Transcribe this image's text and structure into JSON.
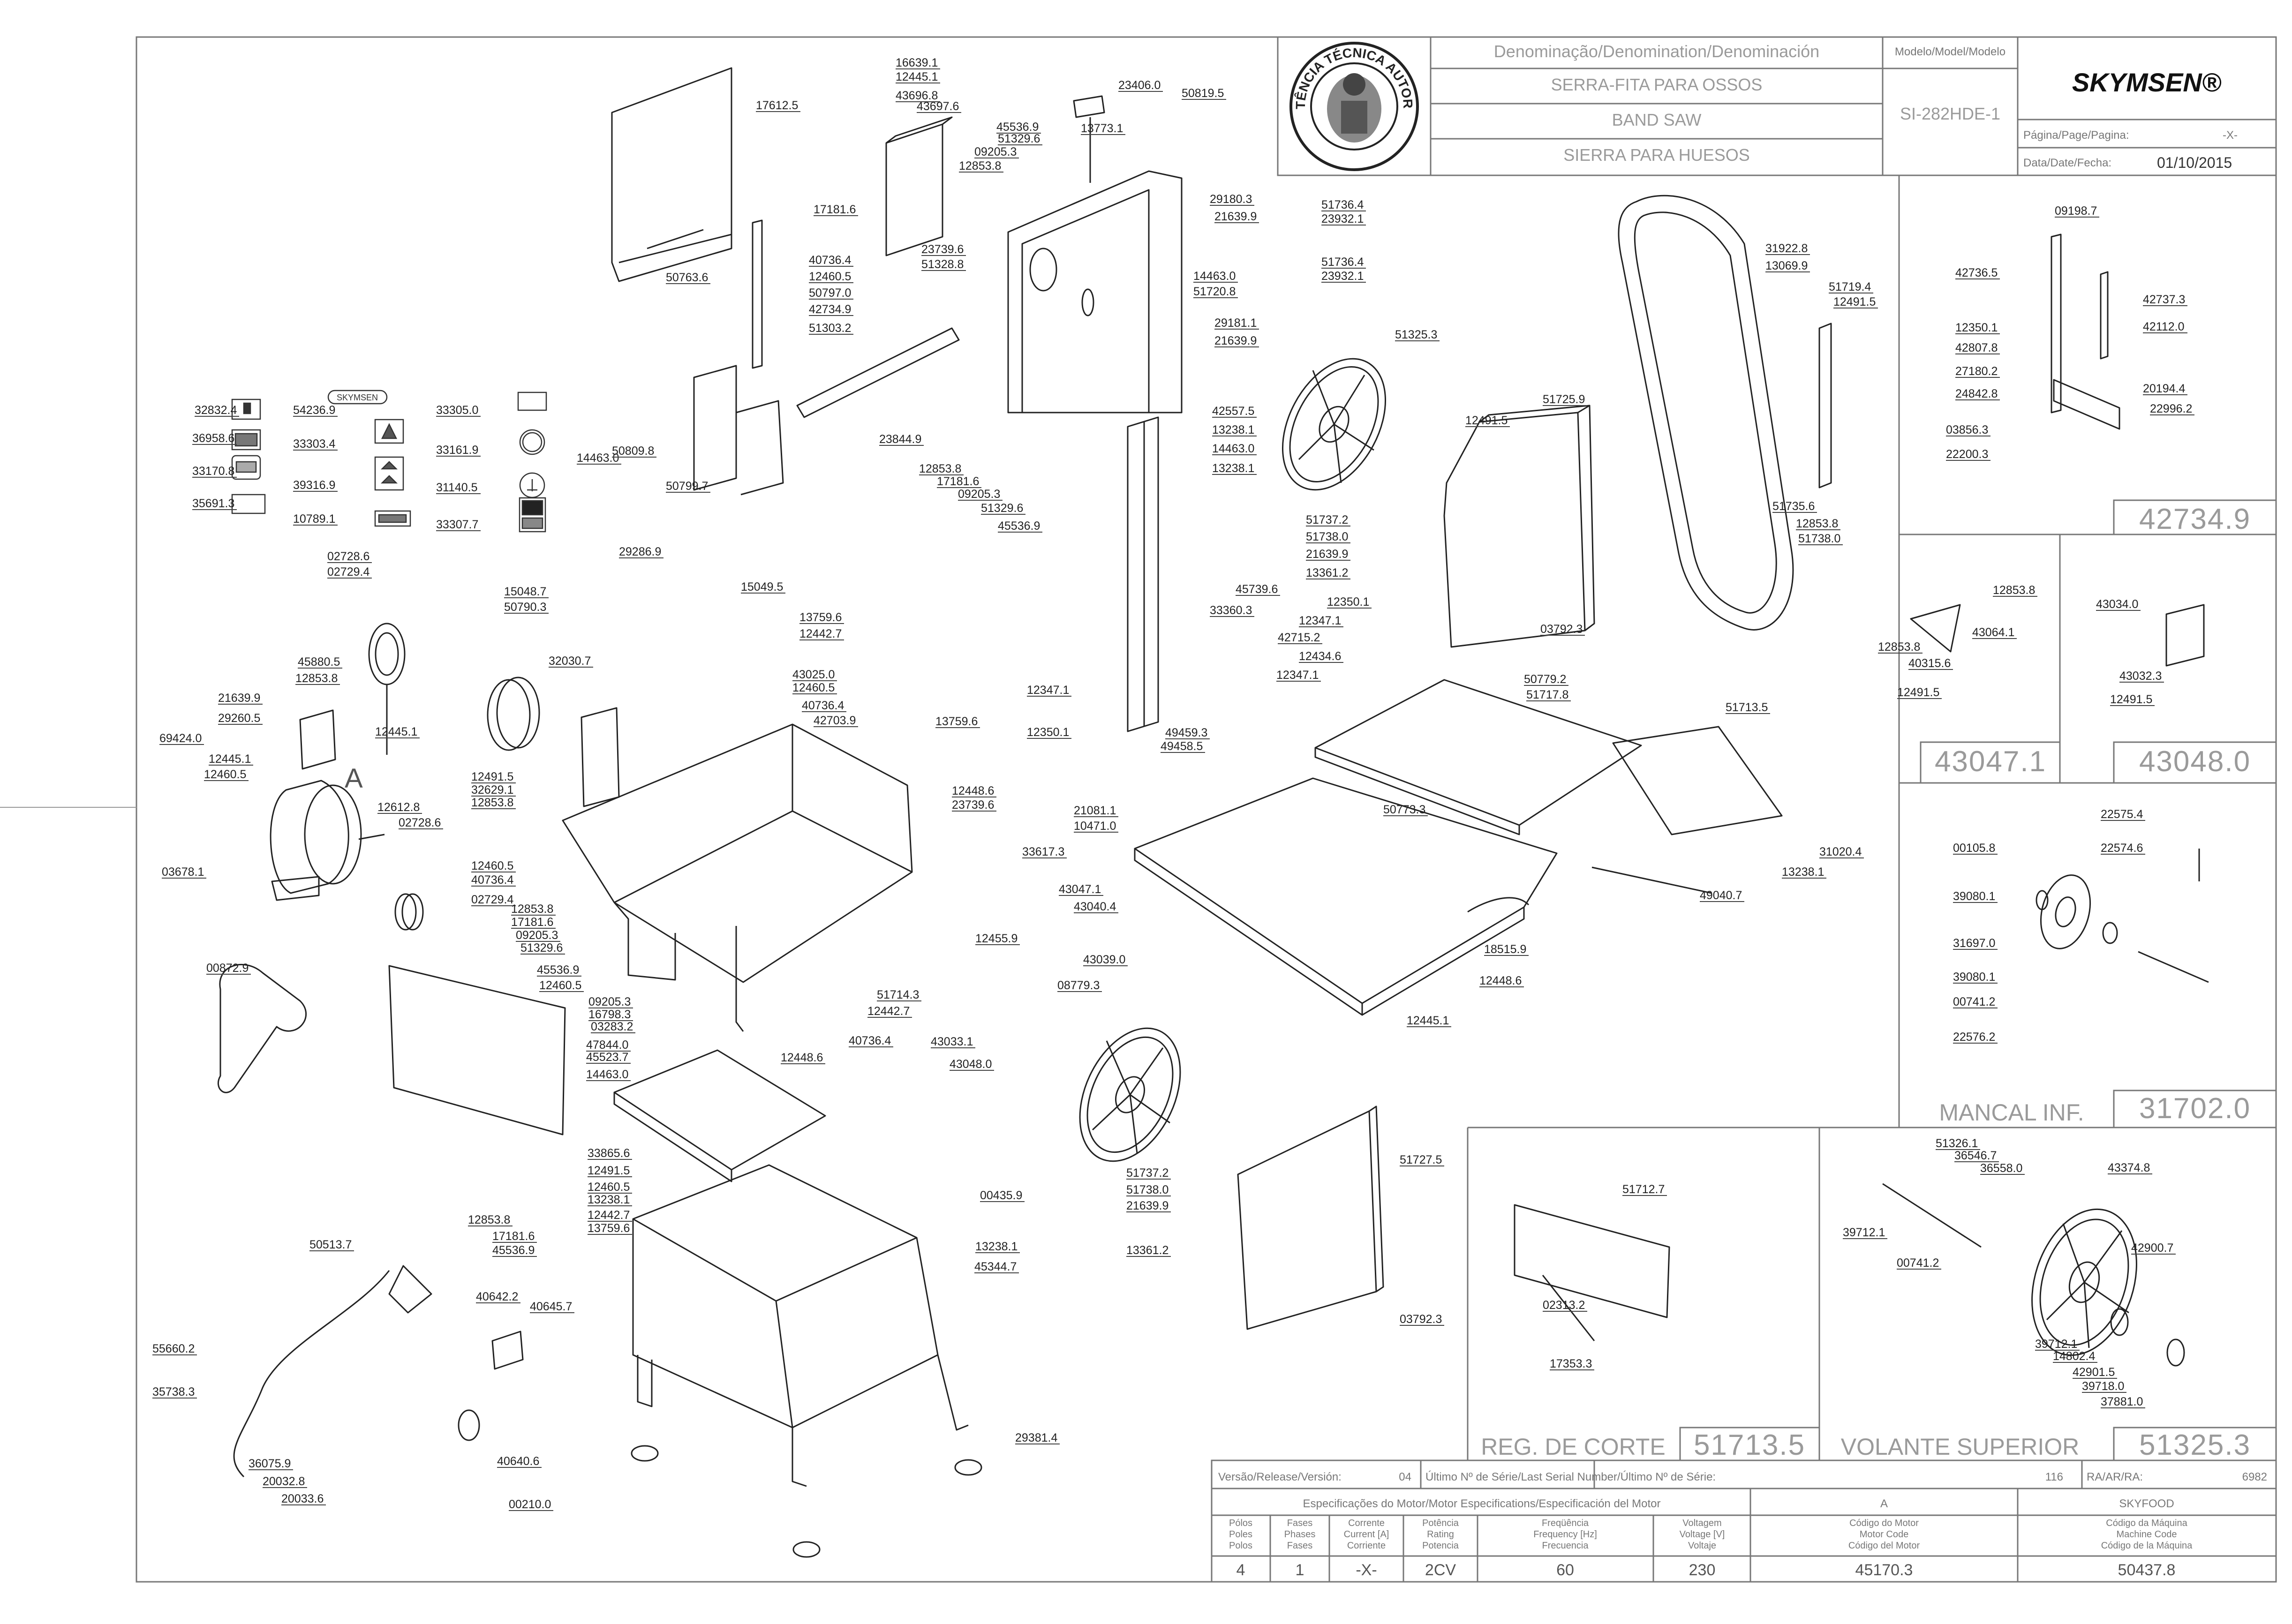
{
  "title_block": {
    "denomination_header": "Denominação/Denomination/Denominación",
    "model_header": "Modelo/Model/Modelo",
    "name_pt": "SERRA-FITA PARA OSSOS",
    "name_en": "BAND SAW",
    "name_es": "SIERRA PARA HUESOS",
    "model": "SI-282HDE-1",
    "brand": "SKYMSEN®",
    "page_label": "Página/Page/Pagina:",
    "page_value": "-X-",
    "date_label": "Data/Date/Fecha:",
    "date_value": "01/10/2015",
    "stamp_text": "ASSISTÊNCIA TÉCNICA AUTORIZADA"
  },
  "version_row": {
    "version_label": "Versão/Release/Versión:",
    "version_value": "04",
    "serial_label": "Último Nº de Série/Last Serial Number/Último Nº de Série:",
    "serial_value": "116",
    "ra_label": "RA/AR/RA:",
    "ra_value": "6982"
  },
  "motor_specs": {
    "header": "Especificações do Motor/Motor Especifications/Especificación del Motor",
    "group_a": "A",
    "group_skyfood": "SKYFOOD",
    "columns": [
      {
        "label": "Pólos\nPoles\nPolos",
        "value": "4"
      },
      {
        "label": "Fases\nPhases\nFases",
        "value": "1"
      },
      {
        "label": "Corrente\nCurrent [A]\nCorriente",
        "value": "-X-"
      },
      {
        "label": "Potência\nRating\nPotencia",
        "value": "2CV"
      },
      {
        "label": "Freqüência\nFrequency [Hz]\nFrecuencia",
        "value": "60"
      },
      {
        "label": "Voltagem\nVoltage [V]\nVoltaje",
        "value": "230"
      },
      {
        "label": "Código do Motor\nMotor Code\nCódigo del Motor",
        "value": "45170.3"
      },
      {
        "label": "Código da Máquina\nMachine Code\nCódigo de la Máquina",
        "value": "50437.8"
      }
    ]
  },
  "subassemblies": [
    {
      "name": "",
      "code": "42734.9"
    },
    {
      "name": "",
      "code": "43047.1"
    },
    {
      "name": "",
      "code": "43048.0"
    },
    {
      "name": "MANCAL INF.",
      "code": "31702.0"
    },
    {
      "name": "REG. DE CORTE",
      "code": "51713.5"
    },
    {
      "name": "VOLANTE SUPERIOR",
      "code": "51325.3"
    }
  ],
  "motor_connection_letter": "A",
  "part_labels": [
    "16639.1",
    "12445.1",
    "43696.8",
    "17612.5",
    "43697.6",
    "23406.0",
    "50819.5",
    "45536.9",
    "51329.6",
    "09205.3",
    "12853.8",
    "13773.1",
    "17181.6",
    "29180.3",
    "21639.9",
    "51736.4",
    "23932.1",
    "23739.6",
    "51328.8",
    "40736.4",
    "12460.5",
    "50797.0",
    "42734.9",
    "51303.2",
    "14463.0",
    "51720.8",
    "51736.4",
    "23932.1",
    "31922.8",
    "13069.9",
    "51719.4",
    "12491.5",
    "50763.6",
    "29181.1",
    "21639.9",
    "51325.3",
    "32832.4",
    "54236.9",
    "33305.0",
    "14463.0",
    "36958.6",
    "33303.4",
    "33161.9",
    "50809.8",
    "33170.8",
    "39316.9",
    "31140.5",
    "50799.7",
    "35691.3",
    "10789.1",
    "33307.7",
    "23844.9",
    "42557.5",
    "13238.1",
    "12853.8",
    "17181.6",
    "09205.3",
    "51329.6",
    "45536.9",
    "14463.0",
    "13238.1",
    "51725.9",
    "12491.5",
    "51737.2",
    "51738.0",
    "21639.9",
    "13361.2",
    "51735.6",
    "12853.8",
    "51738.0",
    "02728.6",
    "02729.4",
    "29286.9",
    "15048.7",
    "15049.5",
    "50790.3",
    "45739.6",
    "33360.3",
    "03792.3",
    "13759.6",
    "12442.7",
    "12350.1",
    "12347.1",
    "42715.2",
    "12434.6",
    "12347.1",
    "45880.5",
    "12853.8",
    "32030.7",
    "43025.0",
    "12460.5",
    "40736.4",
    "42703.9",
    "12347.1",
    "21639.9",
    "29260.5",
    "12445.1",
    "12350.1",
    "13759.6",
    "50779.2",
    "51717.8",
    "51713.5",
    "69424.0",
    "12445.1",
    "12460.5",
    "49459.3",
    "49458.5",
    "12491.5",
    "32629.1",
    "12853.8",
    "12612.8",
    "02728.6",
    "12448.6",
    "23739.6",
    "21081.1",
    "10471.0",
    "50773.3",
    "31020.4",
    "03678.1",
    "12460.5",
    "40736.4",
    "02729.4",
    "33617.3",
    "43047.1",
    "43040.4",
    "13238.1",
    "12853.8",
    "17181.6",
    "09205.3",
    "51329.6",
    "45536.9",
    "12460.5",
    "12455.9",
    "43039.0",
    "49040.7",
    "00872.9",
    "18515.9",
    "12448.6",
    "09205.3",
    "16798.3",
    "03283.2",
    "47844.0",
    "45523.7",
    "14463.0",
    "51714.3",
    "12442.7",
    "40736.4",
    "08779.3",
    "43033.1",
    "43048.0",
    "12448.6",
    "12445.1",
    "33865.6",
    "12491.5",
    "12460.5",
    "13238.1",
    "12442.7",
    "13759.6",
    "51727.5",
    "51737.2",
    "51738.0",
    "21639.9",
    "00435.9",
    "12853.8",
    "17181.6",
    "45536.9",
    "50513.7",
    "13238.1",
    "45344.7",
    "13361.2",
    "40642.2",
    "40645.7",
    "03792.3",
    "55660.2",
    "35738.3",
    "40640.6",
    "36075.9",
    "20032.8",
    "20033.6",
    "29381.4",
    "00210.0",
    "51712.7",
    "02313.2",
    "17353.3",
    "09198.7",
    "42736.5",
    "42737.3",
    "12350.1",
    "42112.0",
    "42807.8",
    "27180.2",
    "20194.4",
    "24842.8",
    "22996.2",
    "03856.3",
    "22200.3",
    "12853.8",
    "43034.0",
    "43064.1",
    "12853.8",
    "40315.6",
    "43032.3",
    "12491.5",
    "12491.5",
    "22575.4",
    "00105.8",
    "22574.6",
    "39080.1",
    "31697.0",
    "39080.1",
    "00741.2",
    "22576.2",
    "51326.1",
    "36546.7",
    "36558.0",
    "43374.8",
    "39712.1",
    "00741.2",
    "42900.7",
    "39712.1",
    "14802.4",
    "42901.5",
    "39718.0",
    "37881.0"
  ]
}
